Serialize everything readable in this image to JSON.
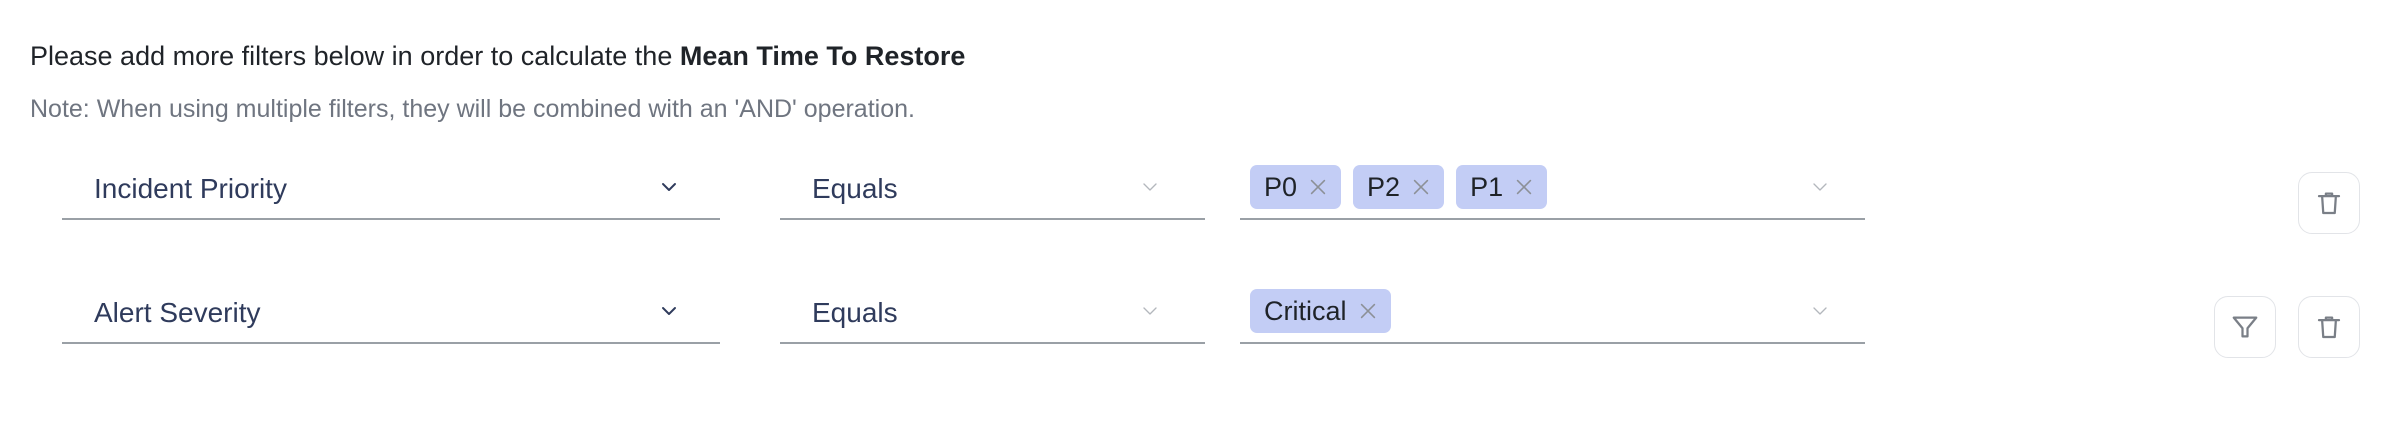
{
  "header": {
    "text_prefix": "Please add more filters below in order to calculate the ",
    "metric": "Mean Time To Restore",
    "note": "Note: When using multiple filters, they will be combined with an 'AND' operation."
  },
  "colors": {
    "text_primary": "#1f2328",
    "text_muted": "#6f7580",
    "select_text": "#2f3b5c",
    "underline": "#9aa0a6",
    "chip_background": "#c3cdf5",
    "chip_text": "#1f2328",
    "chip_close": "#8c9096",
    "button_border": "#e2e4e8",
    "button_icon": "#7a7f87"
  },
  "filters": [
    {
      "field": {
        "value": "Incident Priority",
        "icon": "chevron-down-icon"
      },
      "operator": {
        "value": "Equals",
        "icon": "chevron-down-icon"
      },
      "values": {
        "chips": [
          "P0",
          "P2",
          "P1"
        ],
        "remove_icon": "close-icon",
        "icon": "chevron-down-icon"
      },
      "actions": [
        {
          "name": "delete-filter-button",
          "icon": "trash-icon"
        }
      ]
    },
    {
      "field": {
        "value": "Alert Severity",
        "icon": "chevron-down-icon"
      },
      "operator": {
        "value": "Equals",
        "icon": "chevron-down-icon"
      },
      "values": {
        "chips": [
          "Critical"
        ],
        "remove_icon": "close-icon",
        "icon": "chevron-down-icon"
      },
      "actions": [
        {
          "name": "add-filter-button",
          "icon": "funnel-icon"
        },
        {
          "name": "delete-filter-button",
          "icon": "trash-icon"
        }
      ]
    }
  ]
}
